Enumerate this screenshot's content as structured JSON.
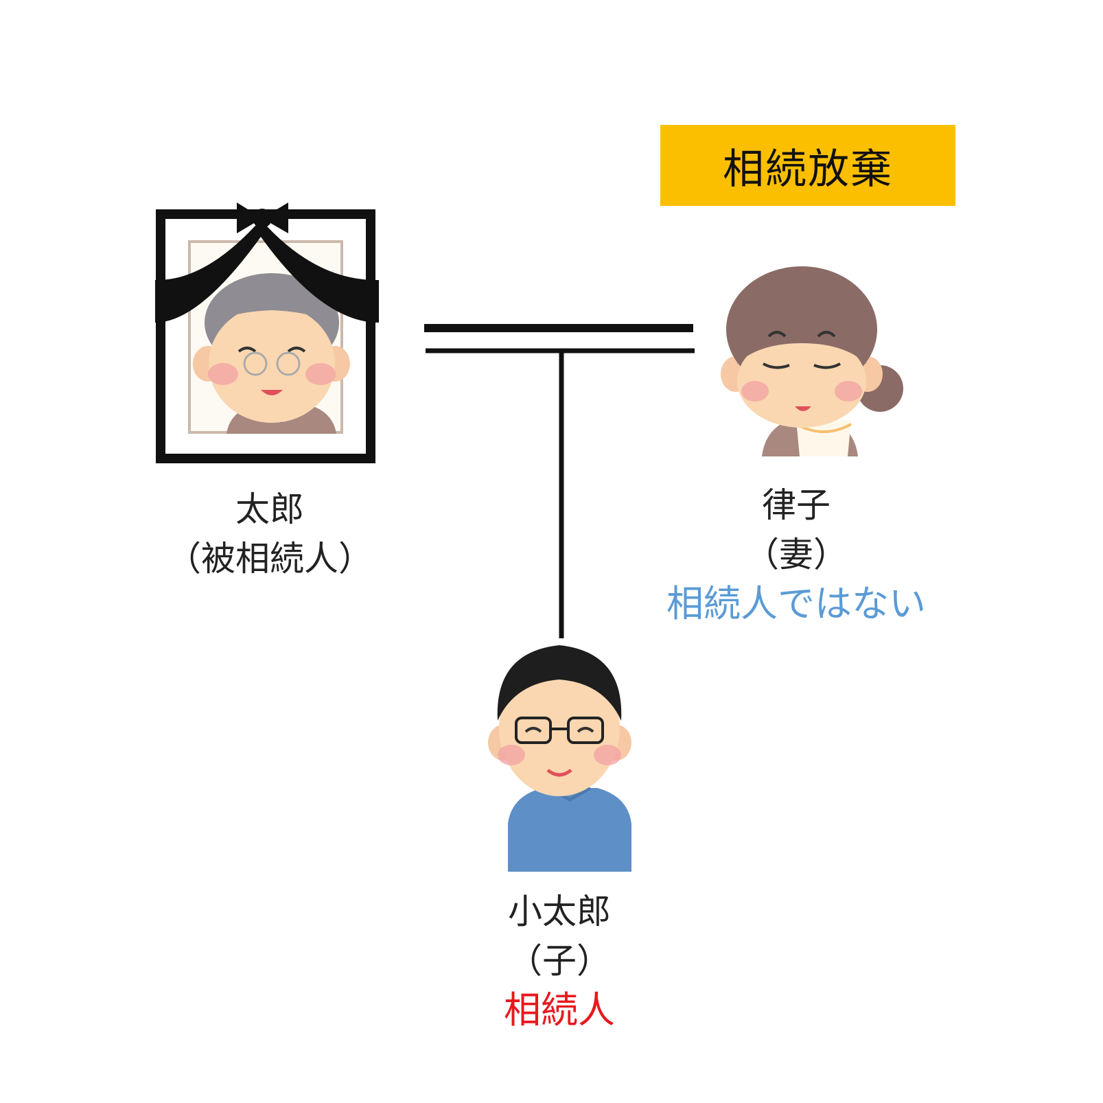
{
  "badge": {
    "label": "相続放棄",
    "color": "#fbbf00"
  },
  "persons": {
    "deceased": {
      "name": "太郎",
      "role": "（被相続人）"
    },
    "wife": {
      "name": "律子",
      "role": "（妻）",
      "status": "相続人ではない",
      "status_color": "#5b9bd5"
    },
    "child": {
      "name": "小太郎",
      "role": "（子）",
      "status": "相続人",
      "status_color": "#e8181e"
    }
  },
  "icons": {
    "deceased": "memorial-portrait-icon",
    "wife": "elderly-woman-icon",
    "child": "man-with-glasses-icon"
  }
}
